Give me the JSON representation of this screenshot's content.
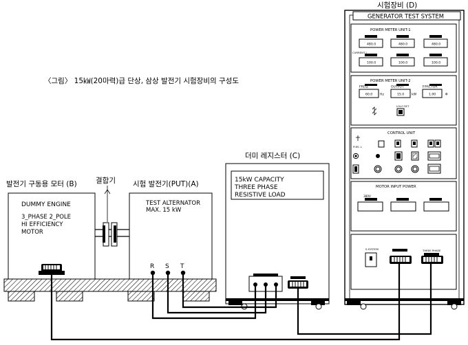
{
  "caption": "〈그림〉 15㎾(20마력)급 단상, 삼상 발전기 시험장비의 구성도",
  "motor": {
    "label": "발전기 구동용 모터 (B)",
    "lines": [
      "DUMMY  ENGINE",
      "3_PHASE 2_POLE",
      "HI EFFICIENCY",
      "MOTOR"
    ]
  },
  "coupler": {
    "label": "결합기"
  },
  "alternator": {
    "label": "시험 발전기(PUT)(A)",
    "lines": [
      "TEST ALTERNATOR",
      "MAX. 15 kW"
    ],
    "terminals": [
      "R",
      "S",
      "T"
    ]
  },
  "dummy_load": {
    "label": "더미 레지스터 (C)",
    "lines": [
      "15kW CAPACITY",
      "THREE PHASE",
      "RESISTIVE LOAD"
    ]
  },
  "test_equipment": {
    "label": "시험장비 (D)",
    "title": "GENERATOR TEST SYSTEM",
    "power_meter_1": {
      "title": "POWER METER UNIT-1",
      "voltage": [
        "480.0",
        "480.0",
        "480.0"
      ],
      "current_label": "CURRENT I",
      "current": [
        "100.0",
        "100.0",
        "100.0"
      ]
    },
    "power_meter_2": {
      "title": "POWER METER UNIT-2",
      "labels": [
        "FREQ.",
        "OUTPUT",
        "P.FACTOR"
      ],
      "values": [
        "60.0",
        "15.0",
        "1.00"
      ],
      "units": [
        "Hz",
        "kW",
        "Φ"
      ],
      "switch_label": "LOLO SET"
    },
    "control_unit": {
      "title": "CONTROL UNIT",
      "fuel_label": "FUEL L"
    },
    "motor_input": {
      "title": "MOTOR INPUT POWER",
      "left_label": "380V"
    },
    "bottom": {
      "switch_label": "S-SYSTEM",
      "connector_label": "THREE PHASE"
    }
  }
}
